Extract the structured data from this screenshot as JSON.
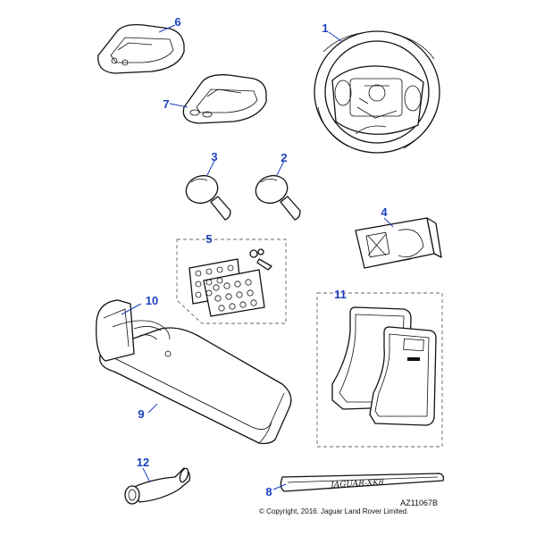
{
  "callouts": {
    "c1": "1",
    "c2": "2",
    "c3": "3",
    "c4": "4",
    "c5": "5",
    "c6": "6",
    "c7": "7",
    "c8": "8",
    "c9": "9",
    "c10": "10",
    "c11": "11",
    "c12": "12"
  },
  "sill_plate_text": "JAGUAR-XK8",
  "reference_code": "AZ11067B",
  "copyright": "© Copyright, 2016. Jaguar Land Rover Limited.",
  "colors": {
    "callout": "#1a3fbf",
    "line": "#111111"
  }
}
